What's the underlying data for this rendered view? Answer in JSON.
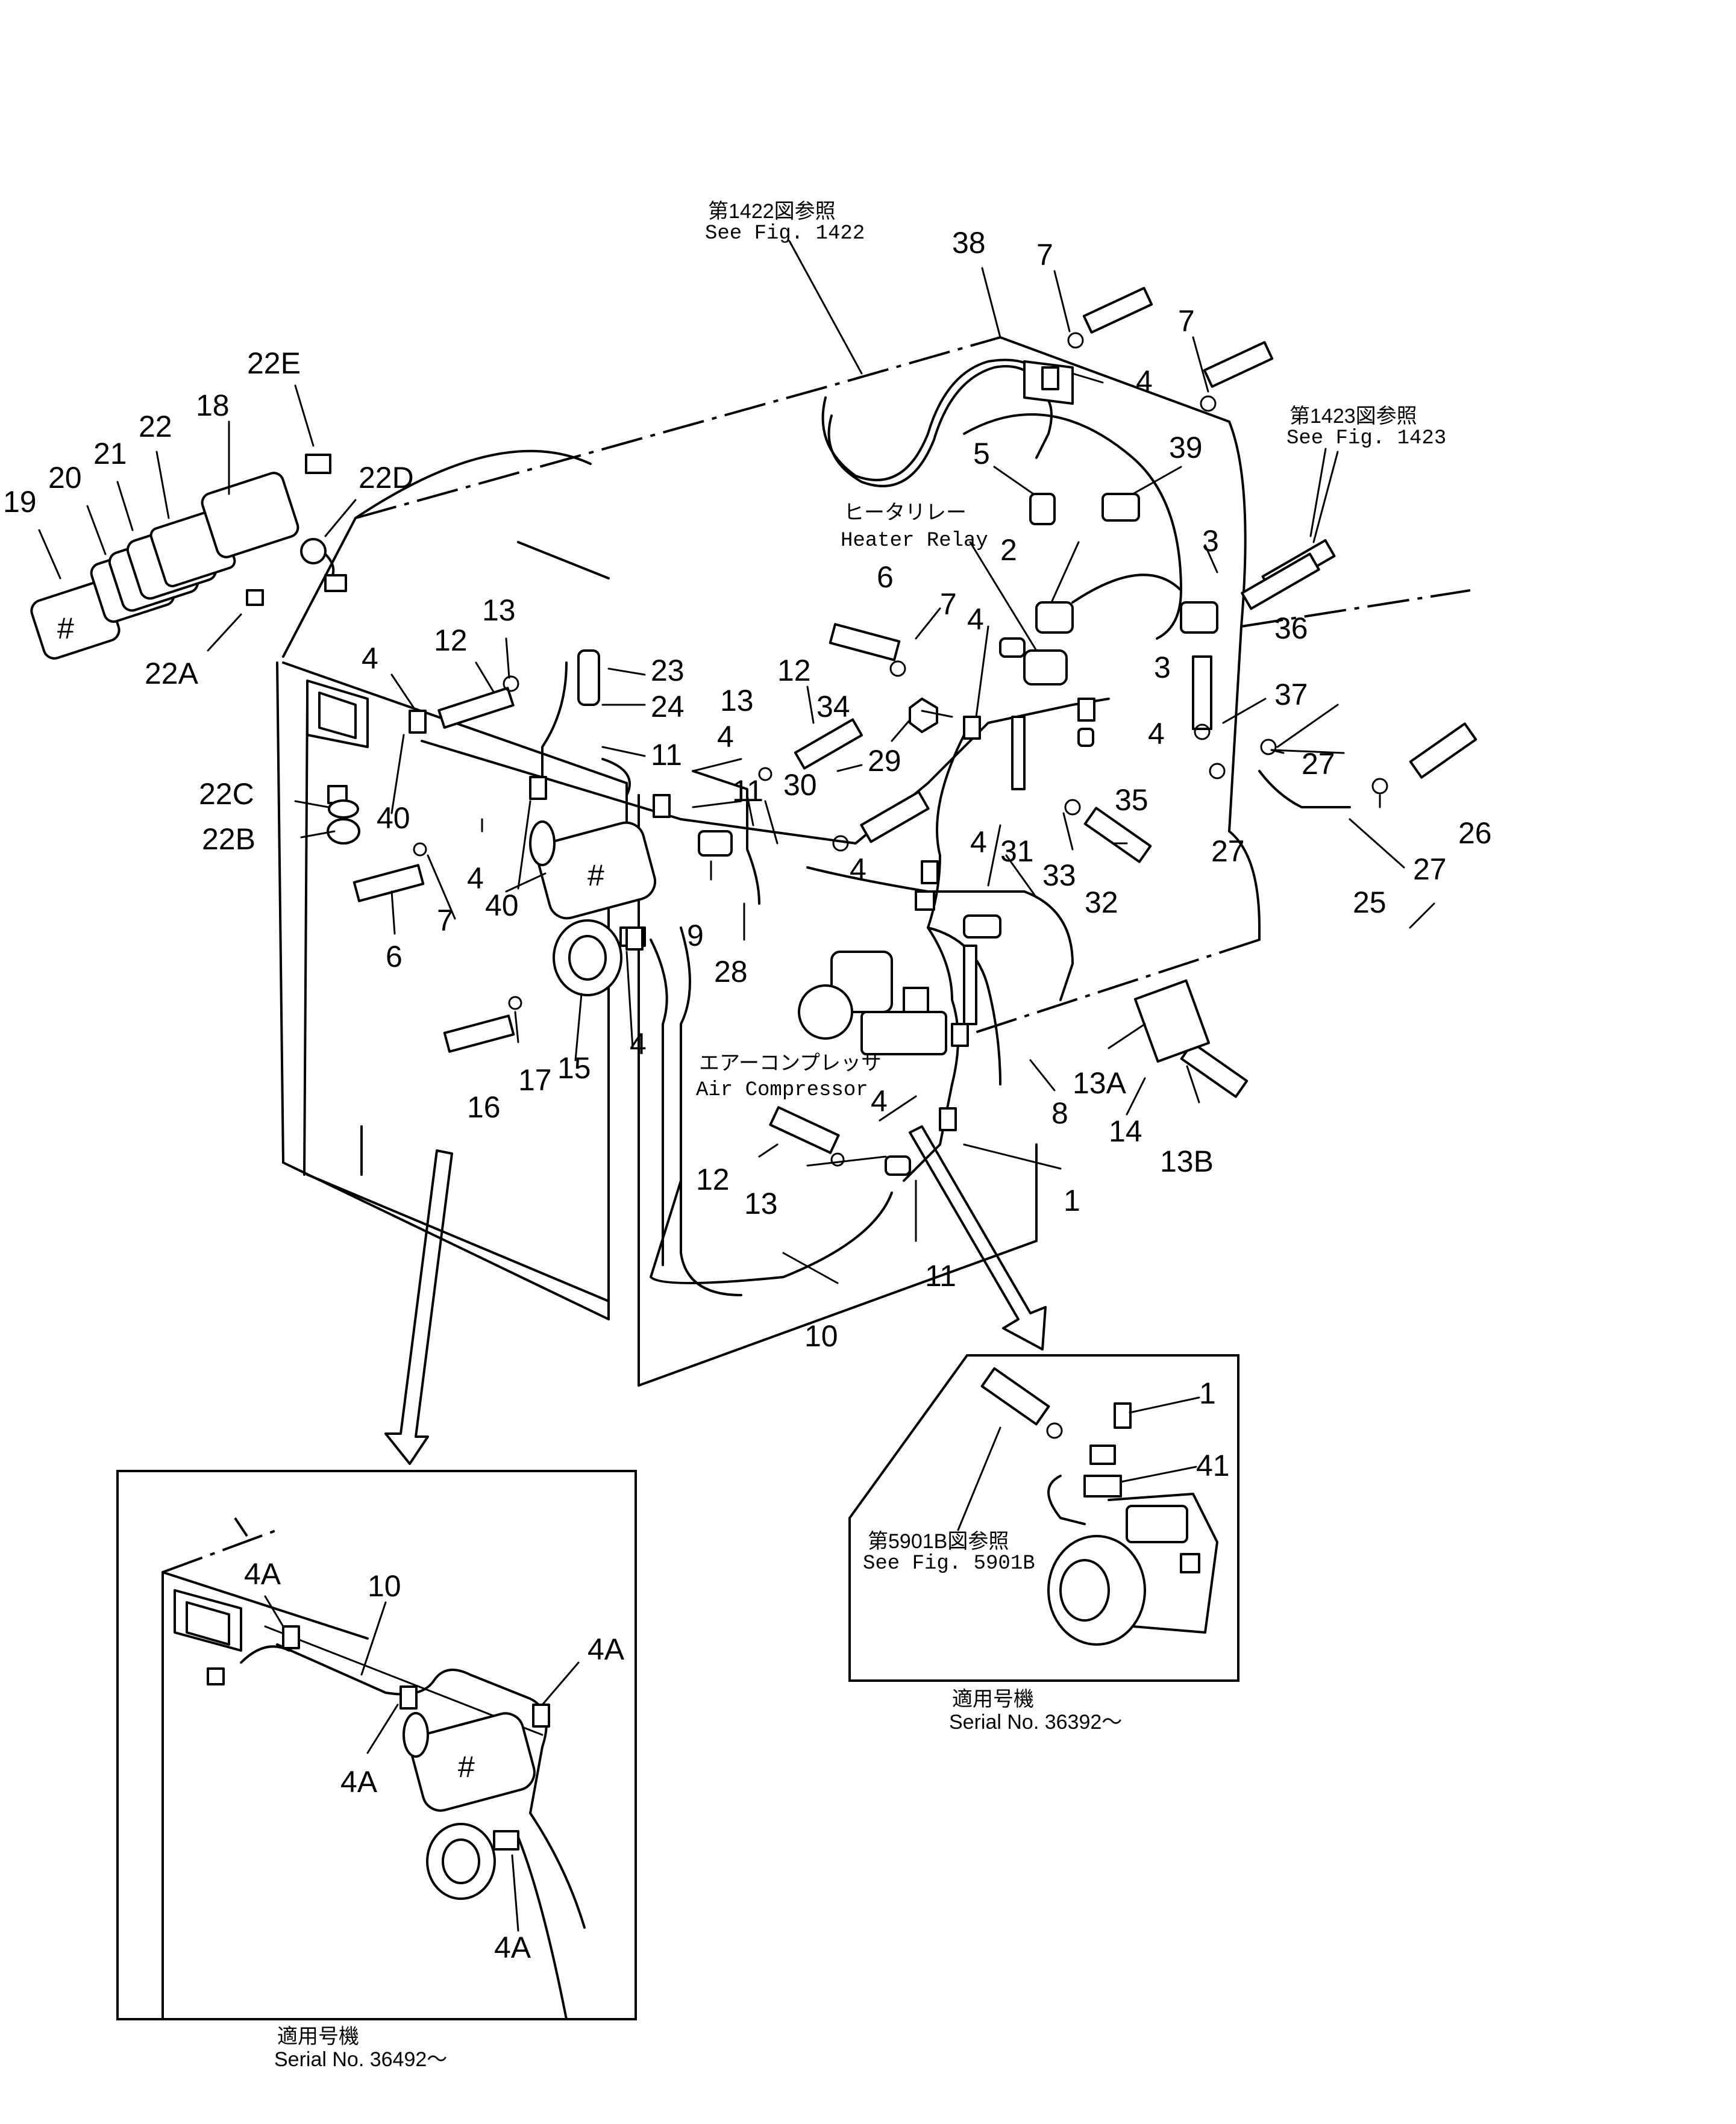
{
  "references": {
    "fig1422_jp": "第1422図参照",
    "fig1422_en": "See  Fig. 1422",
    "fig1423_jp": "第1423図参照",
    "fig1423_en": "See  Fig. 1423",
    "fig5901b_jp": "第5901B図参照",
    "fig5901b_en": "See Fig. 5901B",
    "heater_relay_jp": "ヒータリレー",
    "heater_relay_en": "Heater  Relay",
    "air_comp_jp": "エアーコンプレッサ",
    "air_comp_en": "Air Compressor"
  },
  "insets": {
    "left": {
      "caption_jp": "適用号機",
      "caption_en": "Serial No. 36492～"
    },
    "right": {
      "caption_jp": "適用号機",
      "caption_en": "Serial No. 36392～"
    }
  },
  "part_labels": [
    "38",
    "7",
    "7",
    "4",
    "5",
    "39",
    "3",
    "2",
    "36",
    "3",
    "37",
    "4",
    "35",
    "27",
    "26",
    "27",
    "27",
    "25",
    "33",
    "32",
    "31",
    "4",
    "34",
    "4",
    "7",
    "6",
    "12",
    "13",
    "29",
    "30",
    "4",
    "4",
    "11",
    "9",
    "28",
    "13A",
    "14",
    "13B",
    "8",
    "1",
    "11",
    "10",
    "12",
    "13",
    "4",
    "17",
    "16",
    "15",
    "4",
    "40",
    "40",
    "6",
    "7",
    "4",
    "22B",
    "22C",
    "4",
    "12",
    "13",
    "23",
    "24",
    "11",
    "22A",
    "22E",
    "18",
    "22D",
    "22",
    "21",
    "20",
    "19"
  ],
  "left_inset_labels": [
    "4A",
    "10",
    "4A",
    "4A",
    "4A"
  ],
  "right_inset_labels": [
    "1",
    "41"
  ]
}
